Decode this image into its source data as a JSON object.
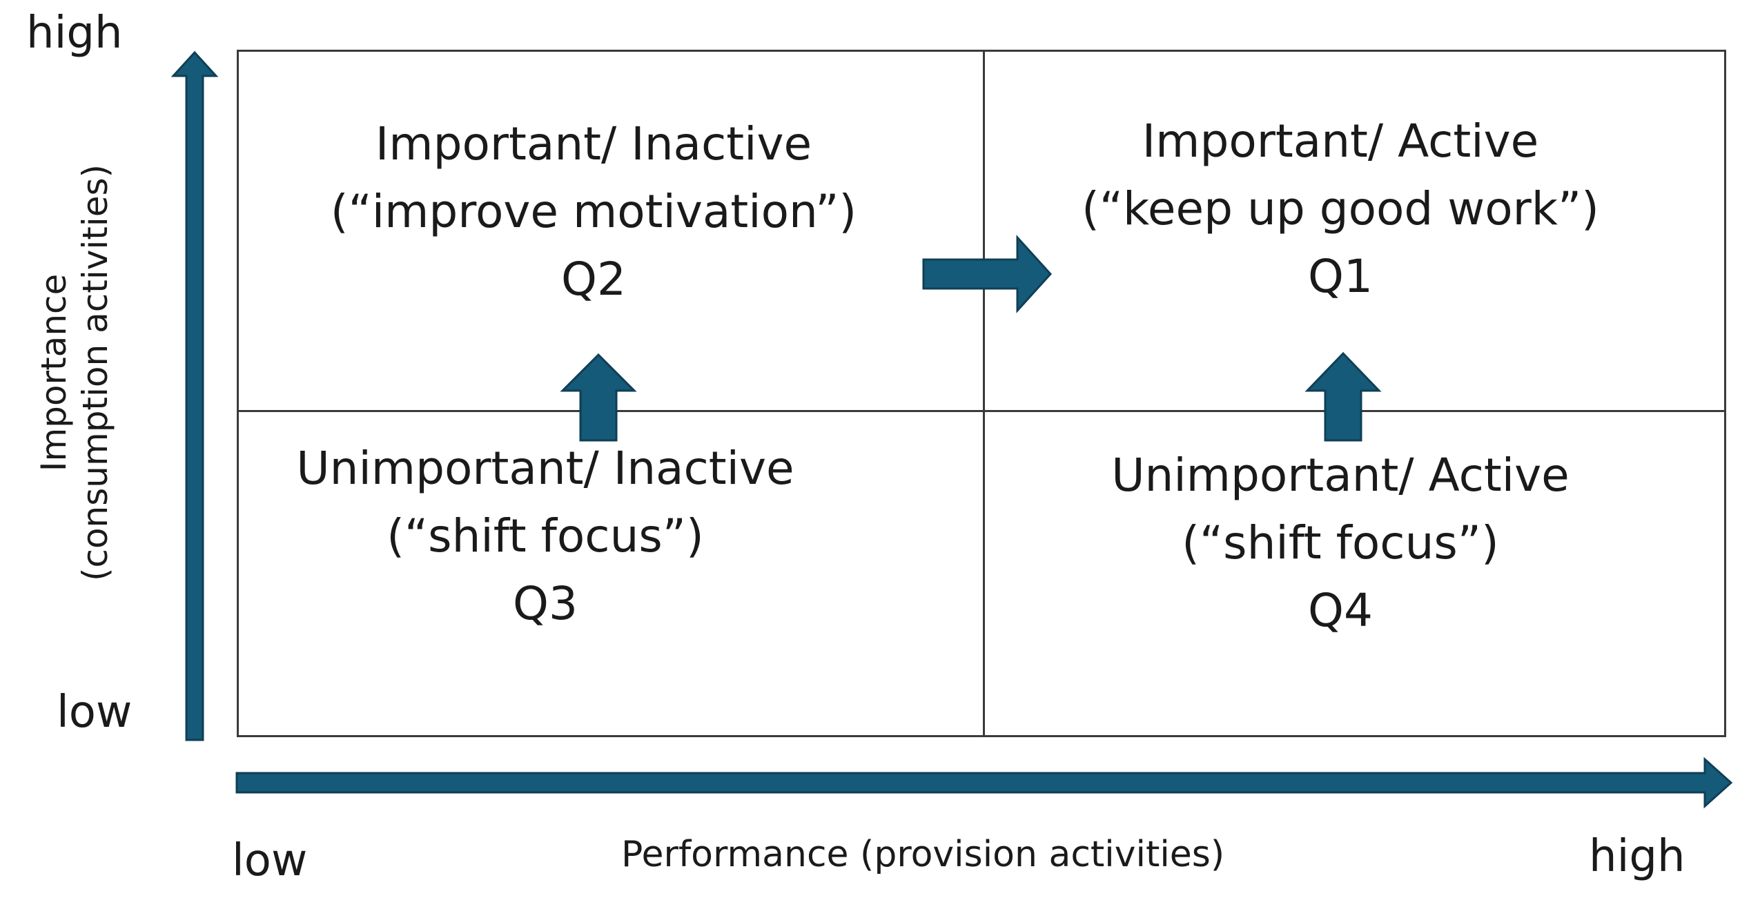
{
  "colors": {
    "arrow_fill": "#155a78",
    "arrow_stroke": "#0f3f55",
    "grid_line": "#3a3a3a",
    "text": "#1a1a1a"
  },
  "y_axis": {
    "high_label": "high",
    "low_label": "low",
    "title_line1": "Importance",
    "title_line2": "(consumption activities)"
  },
  "x_axis": {
    "low_label": "low",
    "high_label": "high",
    "title": "Performance (provision activities)"
  },
  "quadrants": {
    "q2": {
      "title": "Important/ Inactive",
      "subtitle": "(“improve motivation”)",
      "code": "Q2"
    },
    "q1": {
      "title": "Important/ Active",
      "subtitle": "(“keep up good work”)",
      "code": "Q1"
    },
    "q3": {
      "title": "Unimportant/ Inactive",
      "subtitle": "(“shift focus”)",
      "code": "Q3"
    },
    "q4": {
      "title": "Unimportant/ Active",
      "subtitle": "(“shift focus”)",
      "code": "Q4"
    }
  }
}
